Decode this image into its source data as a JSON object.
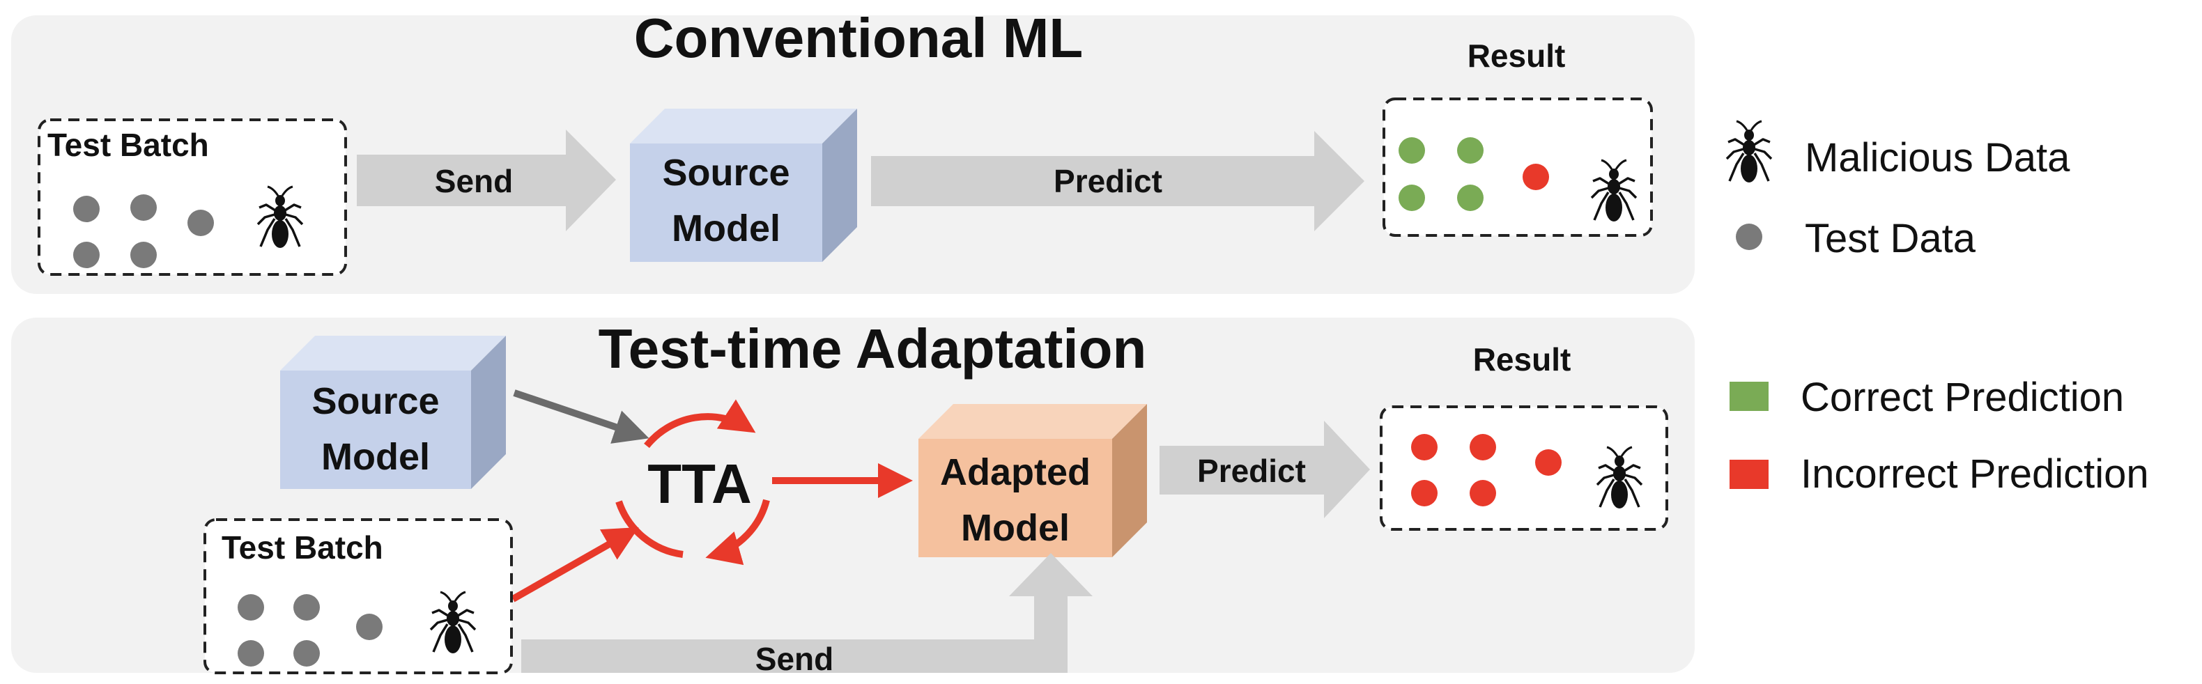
{
  "top_panel": {
    "title": "Conventional ML",
    "test_batch_label": "Test Batch",
    "send_label": "Send",
    "model_label_line1": "Source",
    "model_label_line2": "Model",
    "predict_label": "Predict",
    "result_label": "Result"
  },
  "bottom_panel": {
    "title": "Test-time Adaptation",
    "source_model_line1": "Source",
    "source_model_line2": "Model",
    "tta_label": "TTA",
    "adapted_model_line1": "Adapted",
    "adapted_model_line2": "Model",
    "predict_label": "Predict",
    "result_label": "Result",
    "test_batch_label": "Test Batch",
    "send_label": "Send"
  },
  "legend": {
    "malicious": "Malicious Data",
    "test": "Test Data",
    "correct": "Correct Prediction",
    "incorrect": "Incorrect Prediction"
  },
  "colors": {
    "panel_bg": "#f2f2f2",
    "arrow_gray": "#d0d0d0",
    "data_gray": "#7a7a7a",
    "correct_green": "#7aab55",
    "incorrect_red": "#e8392a",
    "source_model_face": "#c5d1ea",
    "adapted_model_face": "#f5c19e"
  },
  "icons": {
    "malicious": "ant-icon",
    "tta": "cycle-arrows-icon"
  }
}
